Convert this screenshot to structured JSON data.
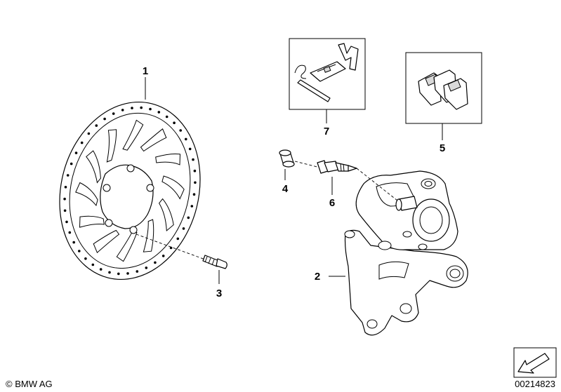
{
  "callouts": [
    {
      "id": "1",
      "label": "1"
    },
    {
      "id": "2",
      "label": "2"
    },
    {
      "id": "3",
      "label": "3"
    },
    {
      "id": "4",
      "label": "4"
    },
    {
      "id": "5",
      "label": "5"
    },
    {
      "id": "6",
      "label": "6"
    },
    {
      "id": "7",
      "label": "7"
    }
  ],
  "footer": {
    "copyright": "© BMW AG",
    "diagram_number": "00214823"
  }
}
